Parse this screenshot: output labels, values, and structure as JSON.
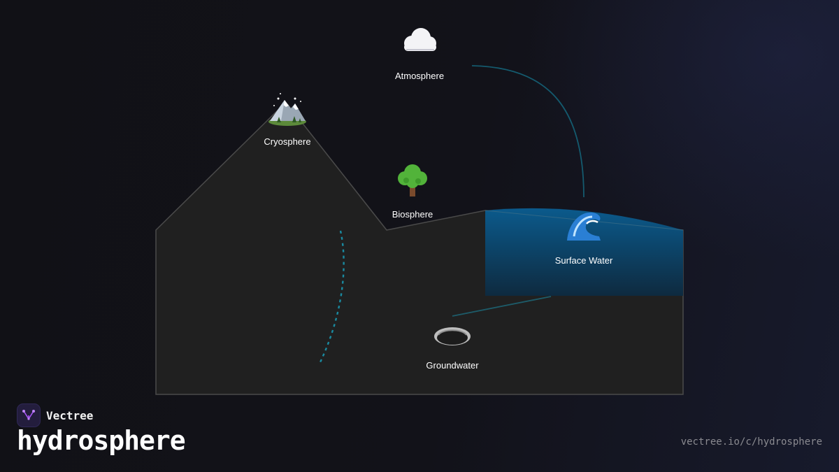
{
  "diagram": {
    "nodes": [
      {
        "id": "atmosphere",
        "label": "Atmosphere",
        "icon": "cloud-icon"
      },
      {
        "id": "cryosphere",
        "label": "Cryosphere",
        "icon": "snow-mountain-icon"
      },
      {
        "id": "biosphere",
        "label": "Biosphere",
        "icon": "tree-icon"
      },
      {
        "id": "surface_water",
        "label": "Surface Water",
        "icon": "wave-icon"
      },
      {
        "id": "groundwater",
        "label": "Groundwater",
        "icon": "hole-icon"
      }
    ],
    "edges": [
      {
        "from": "atmosphere",
        "to": "surface_water",
        "style": "solid"
      },
      {
        "from": "cryosphere",
        "to": "groundwater",
        "style": "dashed"
      },
      {
        "from": "surface_water",
        "to": "groundwater",
        "style": "solid"
      }
    ],
    "colors": {
      "terrain": "#202020",
      "terrain_edge": "#4a4a4a",
      "water_top": "#0b5a8c",
      "water_bottom": "#0e2a3f",
      "edge": "#145a6e",
      "dashed_edge": "#1a8aa0"
    }
  },
  "brand": {
    "name": "Vectree",
    "logo": "vectree-logo-icon"
  },
  "page": {
    "title": "hydrosphere",
    "url": "vectree.io/c/hydrosphere"
  }
}
